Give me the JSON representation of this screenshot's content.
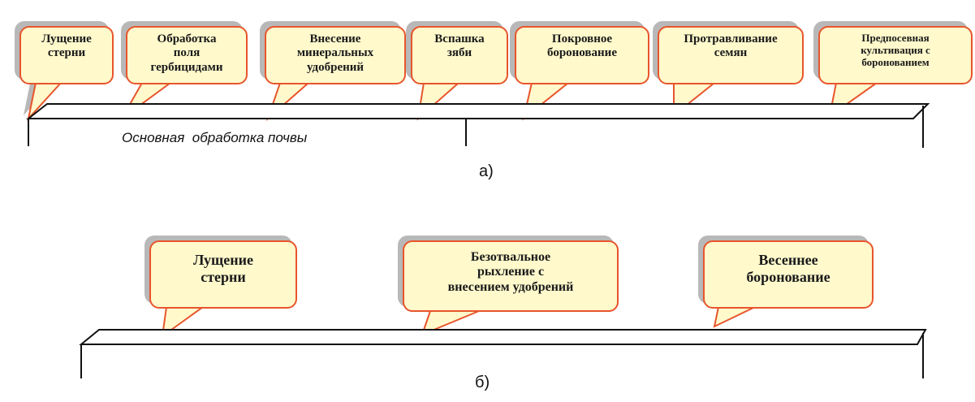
{
  "diagram_a": {
    "steps": [
      "Лущение\nстерни",
      "Обработка\nполя\nгербицидами",
      "Внесение\nминеральных\nудобрений",
      "Вспашка\nзяби",
      "Покровное\nборонование",
      "Протравливание\nсемян",
      "Предпосевная\nкультивация с\nборонованием"
    ],
    "segment_label": "Основная  обработка почвы",
    "caption": "а)"
  },
  "diagram_b": {
    "steps": [
      "Лущение\nстерни",
      "Безотвальное\nрыхление с\nвнесением удобрений",
      "Весеннее\nборонование"
    ],
    "caption": "б)"
  },
  "colors": {
    "bubble_fill": "#fff9cc",
    "bubble_border": "#e8552c",
    "shadow": "#b8b8b8"
  }
}
